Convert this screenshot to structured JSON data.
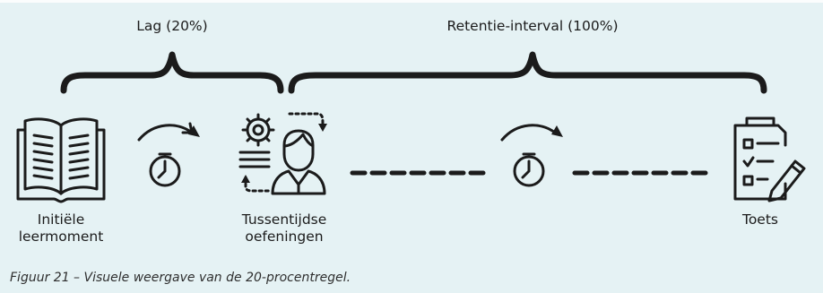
{
  "labels": {
    "lag": "Lag (20%)",
    "retention": "Retentie-interval (100%)",
    "initial_line1": "Initiële",
    "initial_line2": "leermoment",
    "practice_line1": "Tussentijdse",
    "practice_line2": "oefeningen",
    "test": "Toets"
  },
  "caption": "Figuur 21 – Visuele weergave van de 20-procentregel.",
  "icons": [
    "open-book-icon",
    "clock-icon",
    "gear-icon",
    "person-practice-icon",
    "checklist-icon",
    "pencil-icon"
  ],
  "colors": {
    "background": "#e5f2f4",
    "ink": "#1b1b1b"
  }
}
